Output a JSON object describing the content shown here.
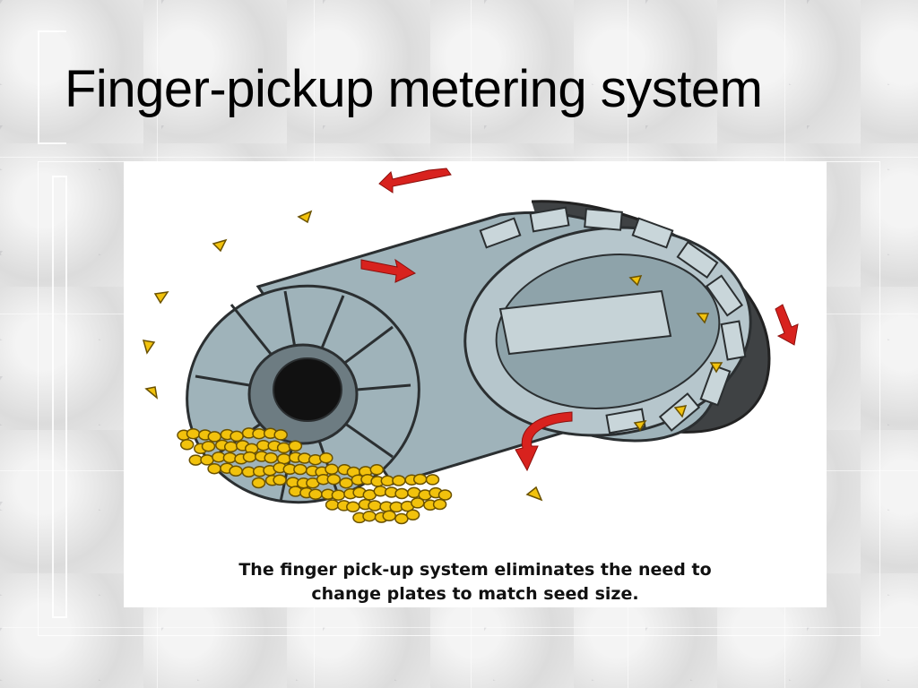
{
  "slide": {
    "title": "Finger-pickup metering system"
  },
  "figure": {
    "caption_line1": "The finger pick-up system eliminates the need to",
    "caption_line2": "change plates to match seed size."
  },
  "colors": {
    "housing": "#9fb3ba",
    "housing_dark": "#5f6f75",
    "backplate": "#3f4244",
    "seed": "#f2c20c",
    "arrow": "#d8221e"
  }
}
